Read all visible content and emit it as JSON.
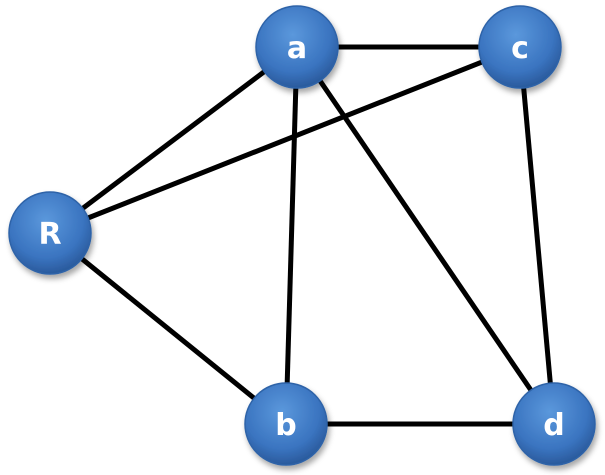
{
  "graph": {
    "nodes": [
      {
        "id": "a",
        "label": "a"
      },
      {
        "id": "c",
        "label": "c"
      },
      {
        "id": "R",
        "label": "R"
      },
      {
        "id": "b",
        "label": "b"
      },
      {
        "id": "d",
        "label": "d"
      }
    ],
    "edges": [
      [
        "a",
        "c"
      ],
      [
        "a",
        "R"
      ],
      [
        "a",
        "b"
      ],
      [
        "a",
        "d"
      ],
      [
        "c",
        "R"
      ],
      [
        "c",
        "d"
      ],
      [
        "R",
        "b"
      ],
      [
        "b",
        "d"
      ]
    ],
    "colors": {
      "node": "#3b78c4",
      "edge": "#000000"
    }
  }
}
